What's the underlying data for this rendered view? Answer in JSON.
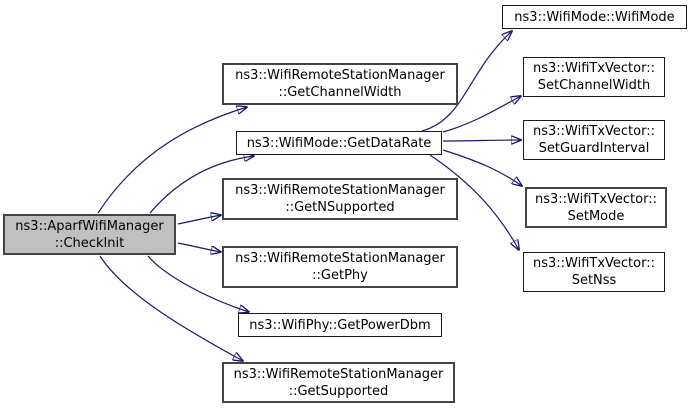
{
  "graph": {
    "type": "doxygen-call-graph",
    "colors": {
      "edge": "#191970",
      "node_fill": "#ffffff",
      "highlight_fill": "#c0c0c0",
      "border_strong": "#444444",
      "border_thin": "#1a1a1a",
      "text": "#000000",
      "background": "#ffffff"
    },
    "nodes": {
      "check_init": {
        "line1": "ns3::AparfWifiManager",
        "line2": "::CheckInit",
        "highlighted": true
      },
      "get_channel_width": {
        "line1": "ns3::WifiRemoteStationManager",
        "line2": "::GetChannelWidth",
        "highlighted": false
      },
      "get_data_rate": {
        "line1": "ns3::WifiMode::GetDataRate",
        "highlighted": false
      },
      "get_n_supported": {
        "line1": "ns3::WifiRemoteStationManager",
        "line2": "::GetNSupported",
        "highlighted": false
      },
      "get_phy": {
        "line1": "ns3::WifiRemoteStationManager",
        "line2": "::GetPhy",
        "highlighted": false
      },
      "get_power_dbm": {
        "line1": "ns3::WifiPhy::GetPowerDbm",
        "highlighted": false
      },
      "get_supported": {
        "line1": "ns3::WifiRemoteStationManager",
        "line2": "::GetSupported",
        "highlighted": false
      },
      "wifi_mode": {
        "line1": "ns3::WifiMode::WifiMode",
        "highlighted": false
      },
      "set_channel_width": {
        "line1": "ns3::WifiTxVector::",
        "line2": "SetChannelWidth",
        "highlighted": false
      },
      "set_guard_interval": {
        "line1": "ns3::WifiTxVector::",
        "line2": "SetGuardInterval",
        "highlighted": false
      },
      "set_mode": {
        "line1": "ns3::WifiTxVector::",
        "line2": "SetMode",
        "highlighted": false
      },
      "set_nss": {
        "line1": "ns3::WifiTxVector::",
        "line2": "SetNss",
        "highlighted": false
      }
    },
    "edges": [
      {
        "from": "check_init",
        "to": "get_channel_width"
      },
      {
        "from": "check_init",
        "to": "get_data_rate"
      },
      {
        "from": "check_init",
        "to": "get_n_supported"
      },
      {
        "from": "check_init",
        "to": "get_phy"
      },
      {
        "from": "check_init",
        "to": "get_power_dbm"
      },
      {
        "from": "check_init",
        "to": "get_supported"
      },
      {
        "from": "get_data_rate",
        "to": "wifi_mode"
      },
      {
        "from": "get_data_rate",
        "to": "set_channel_width"
      },
      {
        "from": "get_data_rate",
        "to": "set_guard_interval"
      },
      {
        "from": "get_data_rate",
        "to": "set_mode"
      },
      {
        "from": "get_data_rate",
        "to": "set_nss"
      }
    ]
  }
}
